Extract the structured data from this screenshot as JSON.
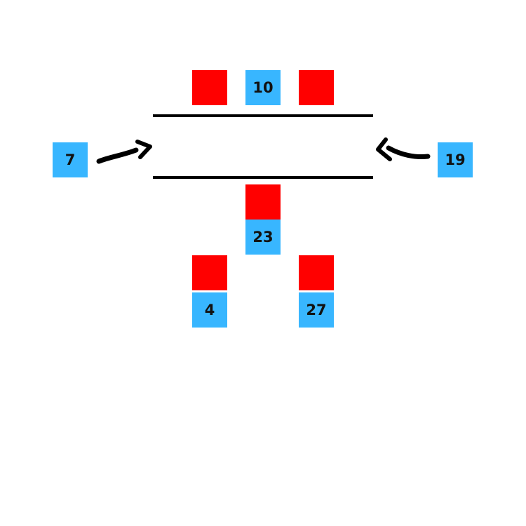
{
  "colors": {
    "red_tile": "#ff0000",
    "blue_tile": "#38b6ff",
    "line": "#000000",
    "text": "#111111",
    "background": "#ffffff"
  },
  "top_row": {
    "center_number": "10"
  },
  "left_tile": {
    "number": "7"
  },
  "right_tile": {
    "number": "19"
  },
  "center_stack": {
    "number": "23"
  },
  "bottom_left": {
    "number": "4"
  },
  "bottom_right": {
    "number": "27"
  },
  "icons": [
    "curved-arrow-right-icon",
    "curved-arrow-left-icon"
  ]
}
